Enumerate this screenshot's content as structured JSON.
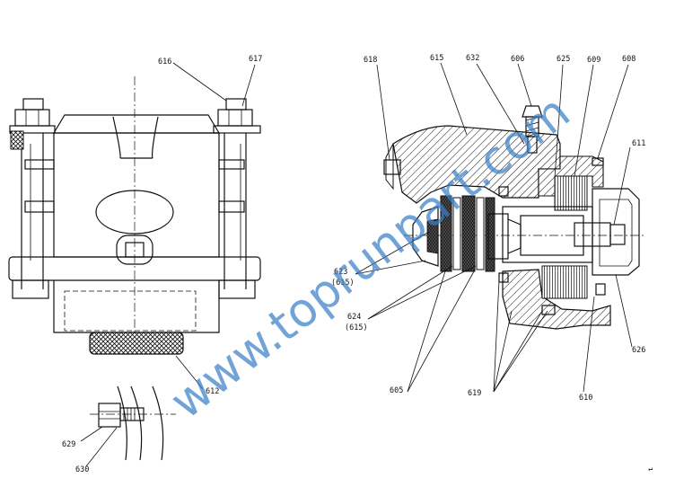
{
  "watermark": "www.toprunpart.com",
  "labels": {
    "616": "616",
    "617": "617",
    "612": "612",
    "629": "629",
    "630": "630",
    "618": "618",
    "615": "615",
    "632": "632",
    "606": "606",
    "625": "625",
    "609": "609",
    "608": "608",
    "611": "611",
    "623": "623",
    "623_sub": "(615)",
    "624": "624",
    "624_sub": "(615)",
    "626": "626",
    "605": "605",
    "619": "619",
    "610": "610"
  },
  "return_mark": "↵",
  "colors": {
    "ink": "#111111",
    "watermark": "#3a7fc8",
    "paper": "#ffffff"
  }
}
